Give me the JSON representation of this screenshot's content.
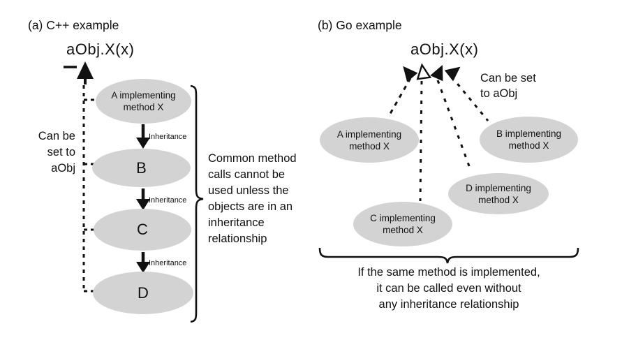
{
  "colors": {
    "ink": "#111111",
    "ellipse_fill": "#d3d3d3"
  },
  "panel_a": {
    "title": "(a) C++ example",
    "call_expression": "aObj.X(x)",
    "side_note": "Can be\nset to\naObj",
    "inheritance_label": "Inheritance",
    "nodes": {
      "a": "A implementing\nmethod X",
      "b": "B",
      "c": "C",
      "d": "D"
    },
    "brace_note": "Common method\ncalls cannot be\nused unless the\nobjects are in an\ninheritance\nrelationship"
  },
  "panel_b": {
    "title": "(b) Go example",
    "call_expression": "aObj.X(x)",
    "side_note": "Can be set\nto aObj",
    "nodes": {
      "a": "A implementing\nmethod X",
      "b": "B implementing\nmethod X",
      "c": "C implementing\nmethod X",
      "d": "D implementing\nmethod X"
    },
    "caption": "If the same method is implemented,\nit can be called even without\nany inheritance relationship"
  }
}
